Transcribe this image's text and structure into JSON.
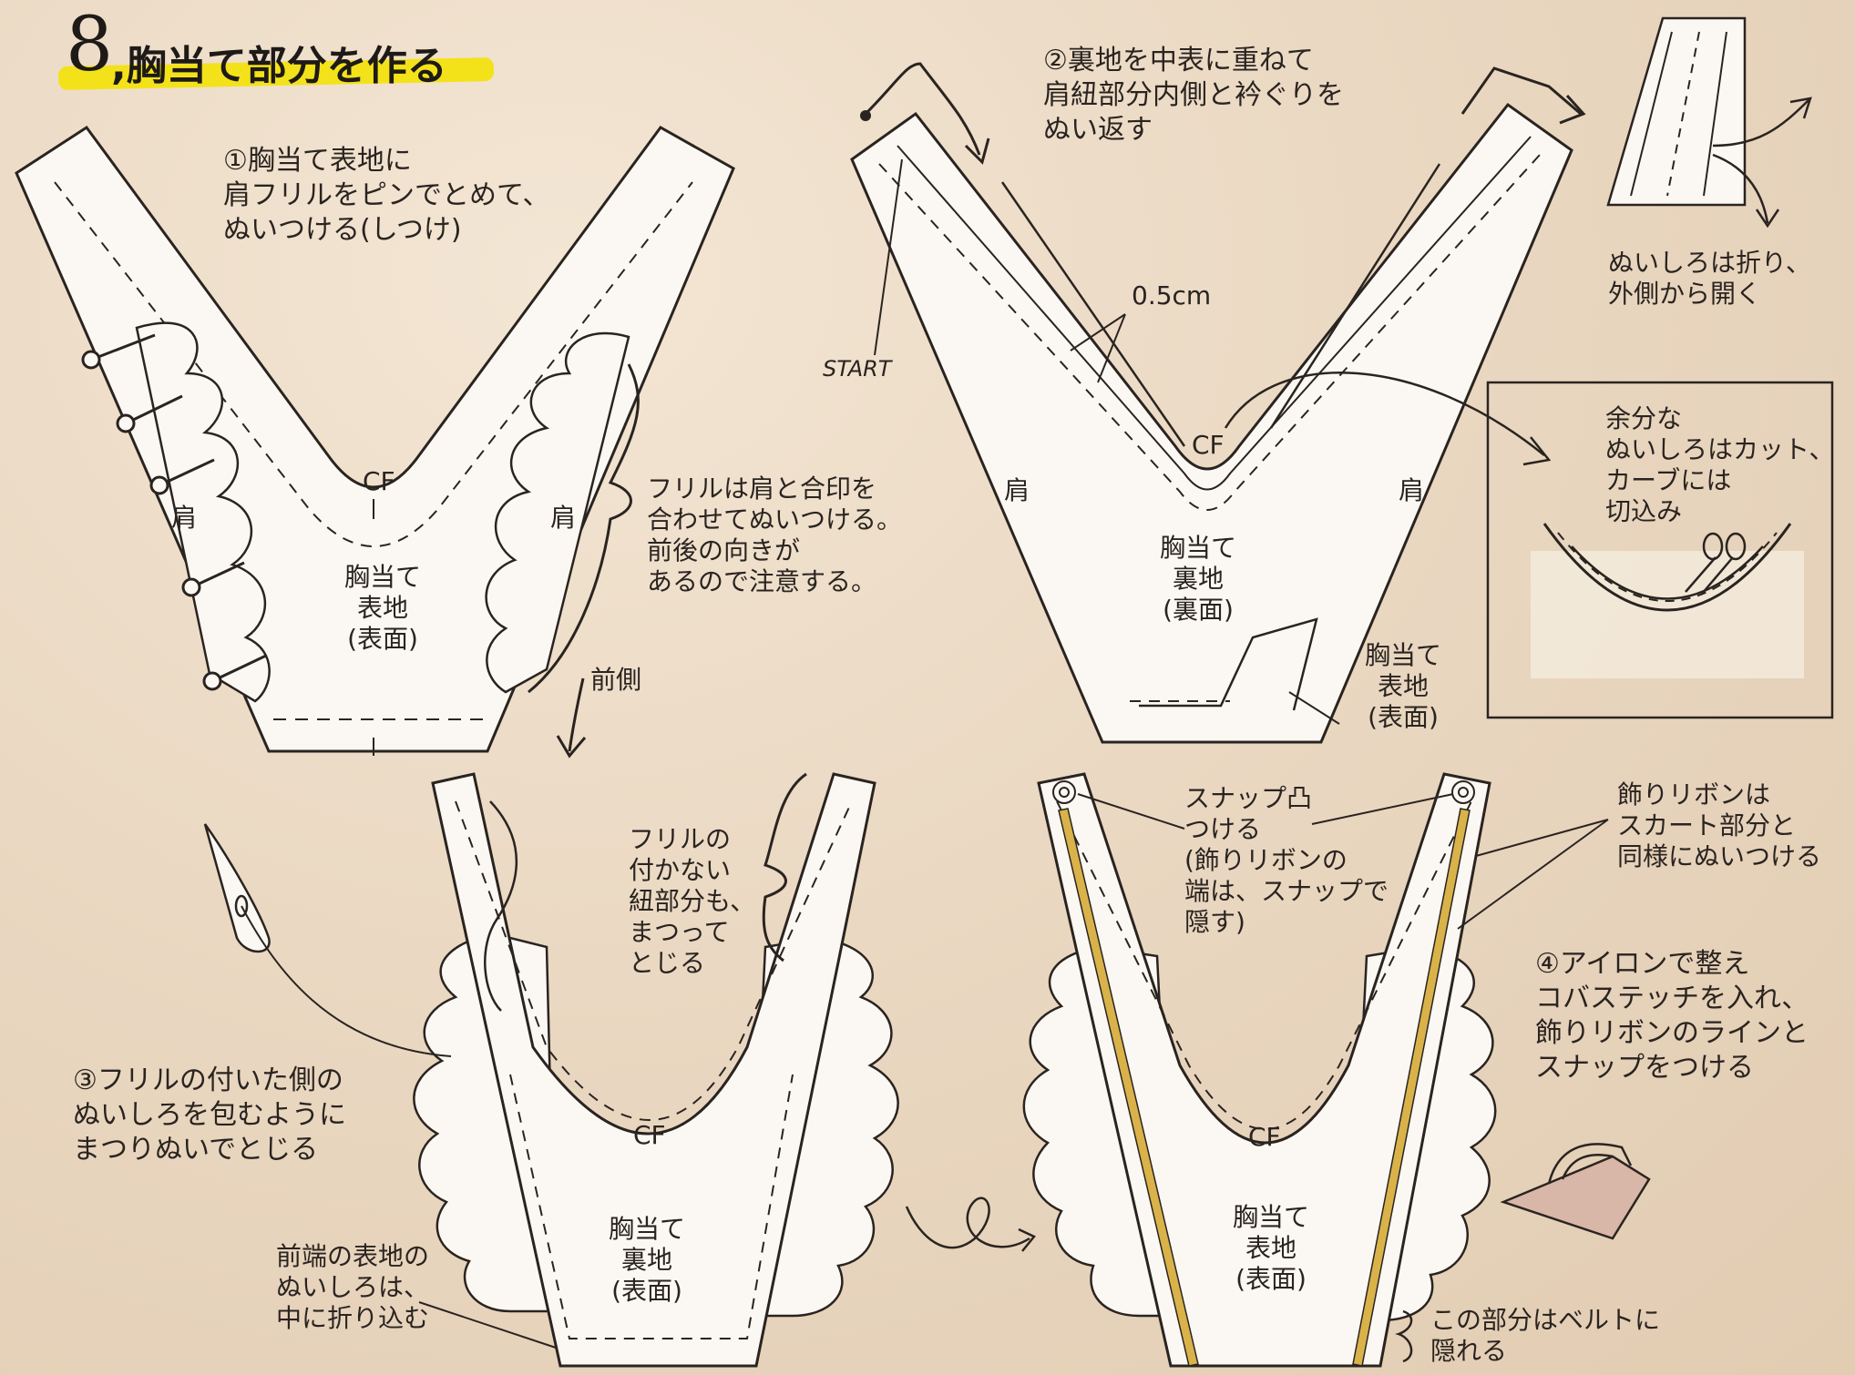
{
  "title": {
    "number": "8",
    "text": ",胸当て部分を作る"
  },
  "steps": {
    "s1": "①胸当て表地に\n肩フリルをピンでとめて、\nぬいつける(しつけ)",
    "s2": "②裏地を中表に重ねて\n肩紐部分内側と衿ぐりを\nぬい返す",
    "s3": "③フリルの付いた側の\nぬいしろを包むように\nまつりぬいでとじる",
    "s4": "④アイロンで整え\nコバステッチを入れ、\n飾りリボンのラインと\nスナップをつける"
  },
  "notes": {
    "frill_attach": "フリルは肩と合印を\n合わせてぬいつける。\n前後の向きが\nあるので注意する。",
    "front": "前側",
    "start": "START",
    "half_cm": "0.5cm",
    "seam_fold": "ぬいしろは折り、\n外側から開く",
    "trim": "余分な\nぬいしろはカット、\nカーブには\n切込み",
    "no_frill": "フリルの\n付かない\n紐部分も、\nまつって\nとじる",
    "front_edge": "前端の表地の\nぬいしろは、\n中に折り込む",
    "snap": "スナップ凸\nつける\n(飾りリボンの\n端は、スナップで\n隠す)",
    "ribbon": "飾りリボンは\nスカート部分と\n同様にぬいつける",
    "belt": "この部分はベルトに\n隠れる"
  },
  "labels": {
    "cf": "CF",
    "shoulder": "肩",
    "p1_body": "胸当て\n表地\n(表面)",
    "p2_body": "胸当て\n裏地\n(裏面)",
    "p2_outer": "胸当て\n表地\n(表面)",
    "p3_body": "胸当て\n裏地\n(表面)",
    "p4_body": "胸当て\n表地\n(表面)"
  },
  "colors": {
    "highlight": "#f3e21a",
    "ribbon": "#d9b24a",
    "iron": "#d8b6a8",
    "ink": "#2a2420",
    "fabric": "#fbf8f3"
  },
  "icons": [
    "pin-icon",
    "needle-icon",
    "scissors-icon",
    "iron-icon",
    "snap-icon",
    "arrow-icon"
  ]
}
